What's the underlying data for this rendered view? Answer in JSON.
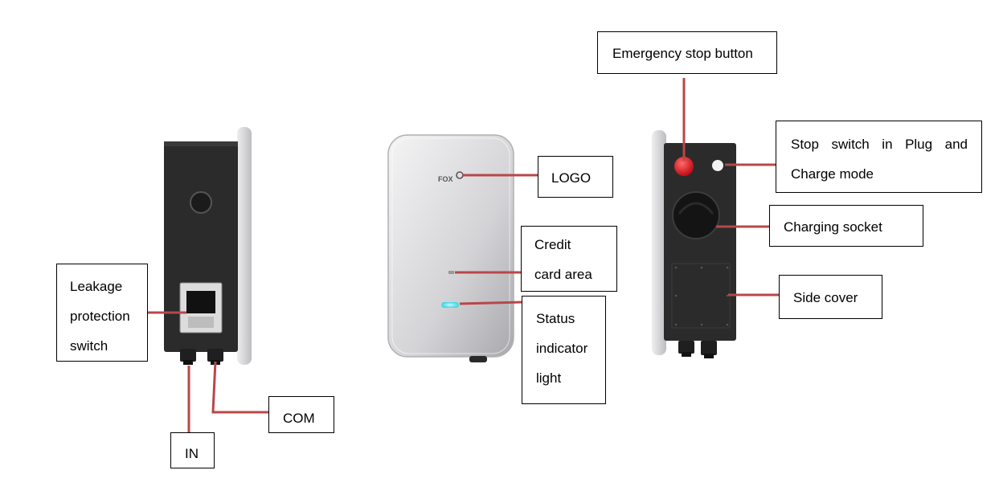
{
  "labels": {
    "leakage": [
      "Leakage",
      "protection",
      "switch"
    ],
    "in": "IN",
    "com": "COM",
    "logo": "LOGO",
    "credit": [
      "Credit",
      "card area"
    ],
    "status": [
      "Status",
      "indicator",
      "light"
    ],
    "emergency": "Emergency stop button",
    "stop_switch": [
      "Stop switch in Plug and",
      "Charge mode"
    ],
    "socket": "Charging socket",
    "side_cover": "Side cover"
  },
  "brand_text": "FOX",
  "colors": {
    "leader": "#b8474a",
    "device_dark": "#2b2b2b",
    "device_shell": "#c9c9cc",
    "status_led": "#3fd6e0",
    "emergency_red": "#d71a20"
  }
}
